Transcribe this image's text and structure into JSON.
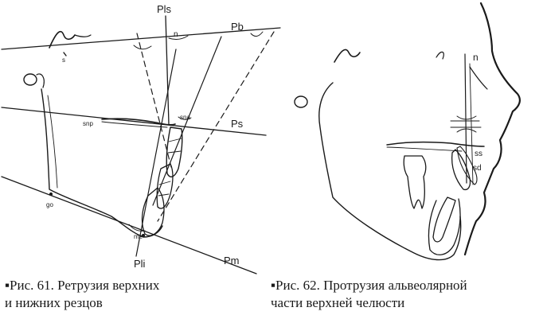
{
  "figure61": {
    "labels": {
      "pls": "Pls",
      "pb": "Pb",
      "n": "n",
      "ps": "Ps",
      "pm": "Pm",
      "pli": "Pli",
      "snp": "snp",
      "sna": "sna",
      "go": "go",
      "me": "me",
      "s": "s"
    },
    "caption": {
      "marker": "▪",
      "line1": "Рис. 61. Ретрузия верхних",
      "line2": "и нижних резцов"
    }
  },
  "figure62": {
    "labels": {
      "n": "n",
      "ss": "ss",
      "sd": "sd"
    },
    "caption": {
      "marker": "▪",
      "line1": "Рис. 62. Протрузия альвеолярной",
      "line2": "части верхней челюсти"
    }
  },
  "colors": {
    "ink": "#1a1a1a",
    "background": "#ffffff"
  }
}
